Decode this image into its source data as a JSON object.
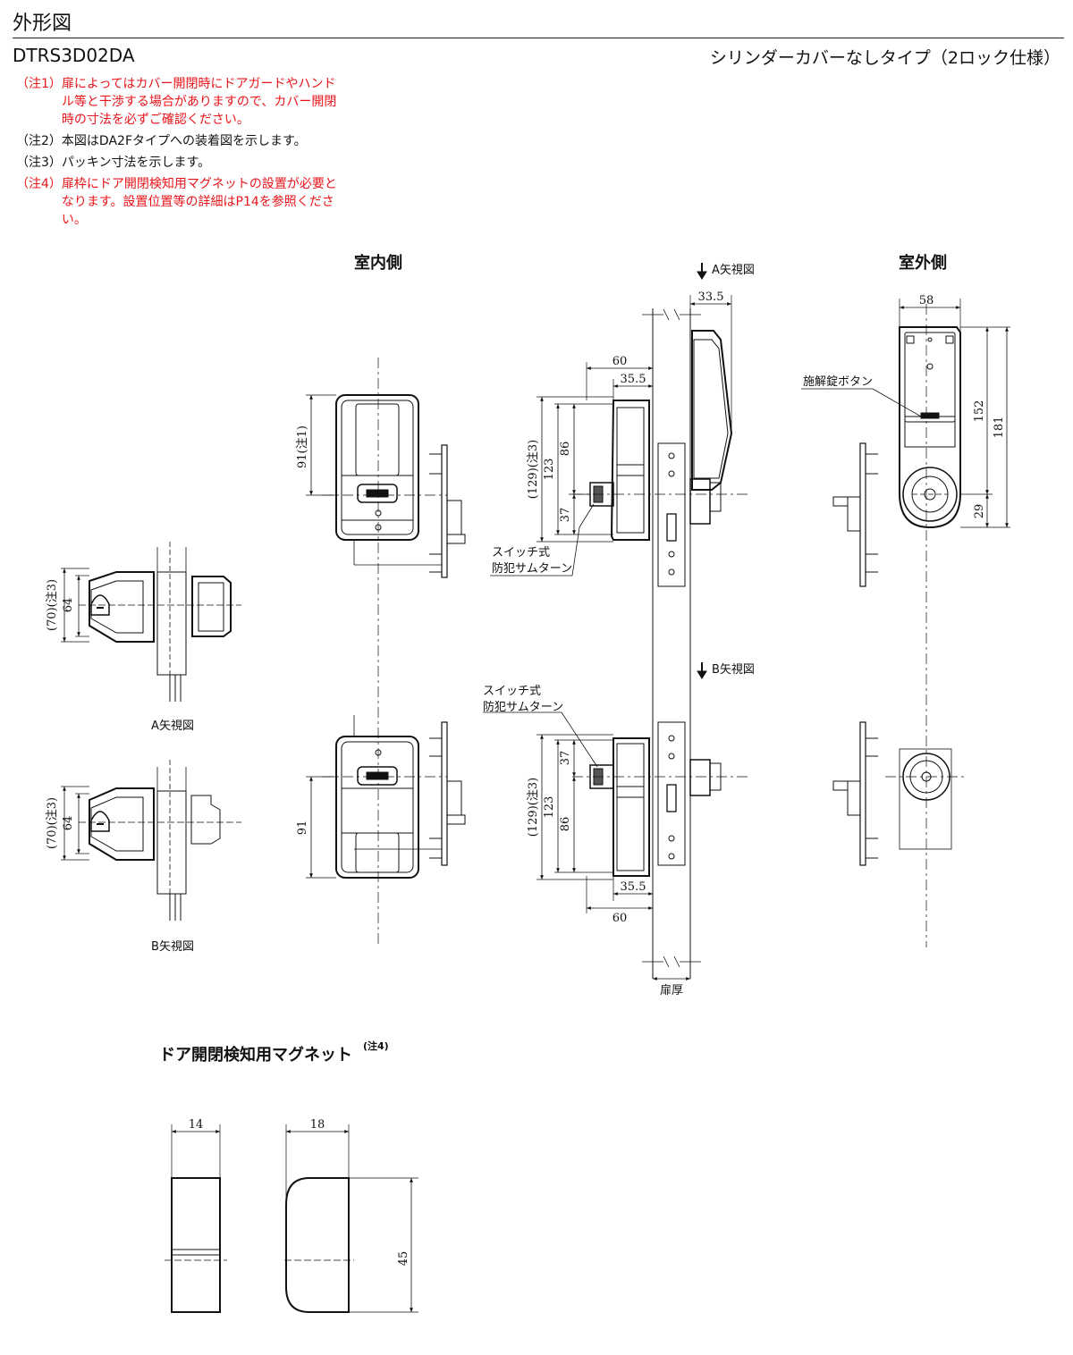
{
  "header": {
    "title": "外形図",
    "model": "DTRS3D02DA",
    "type": "シリンダーカバーなしタイプ（2ロック仕様）"
  },
  "notes": [
    {
      "label": "（注1）",
      "text": "扉によってはカバー開閉時にドアガードやハンドル等と干渉する場合がありますので、カバー開閉時の寸法を必ずご確認ください。",
      "color": "#e8141a"
    },
    {
      "label": "（注2）",
      "text": "本図はDA2Fタイプへの装着図を示します。",
      "color": "#111111"
    },
    {
      "label": "（注3）",
      "text": "パッキン寸法を示します。",
      "color": "#111111"
    },
    {
      "label": "（注4）",
      "text": "扉枠にドア開閉検知用マグネットの設置が必要となります。設置位置等の詳細はP14を参照ください。",
      "color": "#e8141a"
    }
  ],
  "views": {
    "indoor": "室内側",
    "outdoor": "室外側",
    "a_view": "A矢視図",
    "b_view": "B矢視図",
    "a_view_arrow": "A矢視図",
    "b_view_arrow": "B矢視図",
    "magnet_title": "ドア開閉検知用マグネット",
    "magnet_note": "(注4)"
  },
  "labels": {
    "thumbturn_1": "スイッチ式",
    "thumbturn_2": "防犯サムターン",
    "release_button": "施解錠ボタン",
    "door_thickness": "扉厚"
  },
  "dimensions": {
    "a_70": "(70)(注3)",
    "a_64": "64",
    "b_70": "(70)(注3)",
    "b_64": "64",
    "indoor_91_note": "91(注1)",
    "indoor_91": "91",
    "top_60": "60",
    "top_35_5": "35.5",
    "top_33_5": "33.5",
    "top_129": "(129)(注3)",
    "top_123": "123",
    "top_86": "86",
    "top_37": "37",
    "bot_129": "(129)(注3)",
    "bot_123": "123",
    "bot_86": "86",
    "bot_37": "37",
    "bot_35_5": "35.5",
    "bot_60": "60",
    "out_58": "58",
    "out_152": "152",
    "out_181": "181",
    "out_29": "29",
    "mag_14": "14",
    "mag_18": "18",
    "mag_45": "45"
  },
  "colors": {
    "note_red": "#e8141a",
    "line": "#111111"
  }
}
